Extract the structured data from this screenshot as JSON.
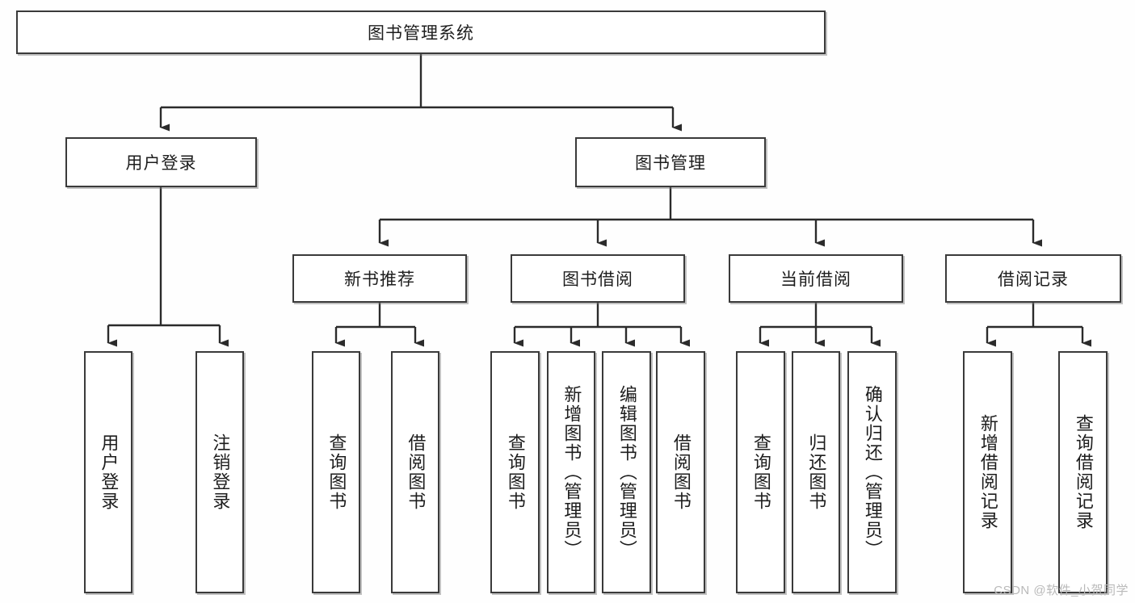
{
  "diagram": {
    "type": "tree",
    "title": "图书管理系统",
    "watermark": "CSDN @软件_小贺同学",
    "colors": {
      "background": "#fefefe",
      "box_border": "#3a3a3a",
      "box_fill": "#ffffff",
      "connector": "#2b2b2b",
      "text": "#1d1d1d",
      "watermark": "#b9b9b9"
    },
    "levels": {
      "root": {
        "label": "图书管理系统"
      },
      "level2": [
        {
          "label": "用户登录"
        },
        {
          "label": "图书管理"
        }
      ],
      "level3": [
        {
          "label": "新书推荐"
        },
        {
          "label": "图书借阅"
        },
        {
          "label": "当前借阅"
        },
        {
          "label": "借阅记录"
        }
      ],
      "leaves": {
        "user_login": [
          {
            "label": "用户登录"
          },
          {
            "label": "注销登录"
          }
        ],
        "new_book_recommend": [
          {
            "label": "查询图书"
          },
          {
            "label": "借阅图书"
          }
        ],
        "book_borrow": [
          {
            "label": "查询图书"
          },
          {
            "label": "新增图书（管理员）"
          },
          {
            "label": "编辑图书（管理员）"
          },
          {
            "label": "借阅图书"
          }
        ],
        "current_borrow": [
          {
            "label": "查询图书"
          },
          {
            "label": "归还图书"
          },
          {
            "label": "确认归还（管理员）"
          }
        ],
        "borrow_record": [
          {
            "label": "新增借阅记录"
          },
          {
            "label": "查询借阅记录"
          }
        ]
      }
    }
  }
}
